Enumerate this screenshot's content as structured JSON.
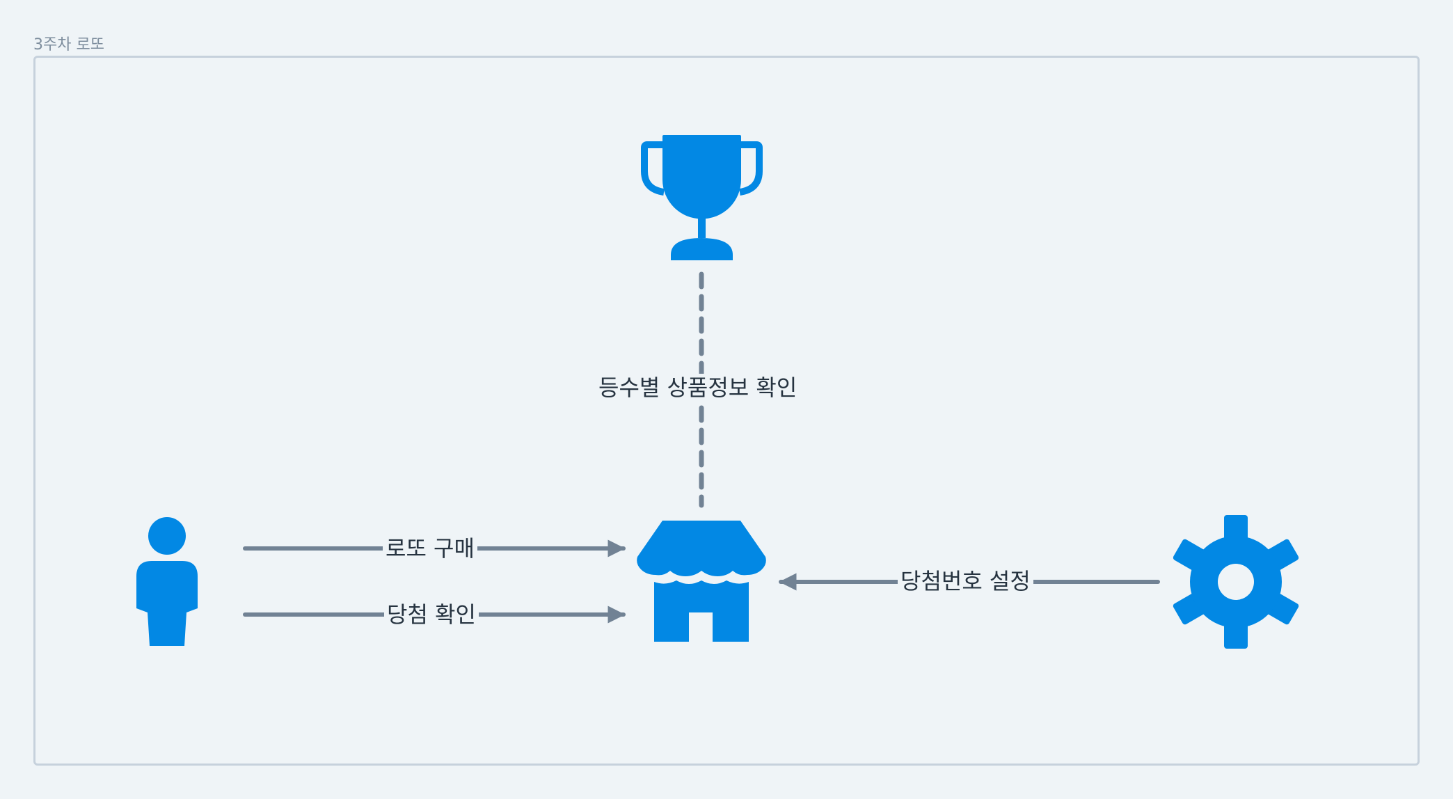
{
  "frame": {
    "title": "3주차 로또"
  },
  "nodes": {
    "user": {
      "icon": "person-icon"
    },
    "store": {
      "icon": "store-icon"
    },
    "trophy": {
      "icon": "trophy-icon"
    },
    "settings": {
      "icon": "gear-icon"
    }
  },
  "edges": {
    "buy": {
      "label": "로또 구매"
    },
    "check_win": {
      "label": "당첨 확인"
    },
    "prize_info": {
      "label": "등수별 상품정보 확인"
    },
    "set_numbers": {
      "label": "당첨번호 설정"
    }
  },
  "colors": {
    "icon": "#0288e4",
    "edge": "#718294",
    "frame_border": "#c6d1dc",
    "background": "#eff4f7",
    "label_text": "#263340",
    "frame_title": "#7d8d9d"
  }
}
